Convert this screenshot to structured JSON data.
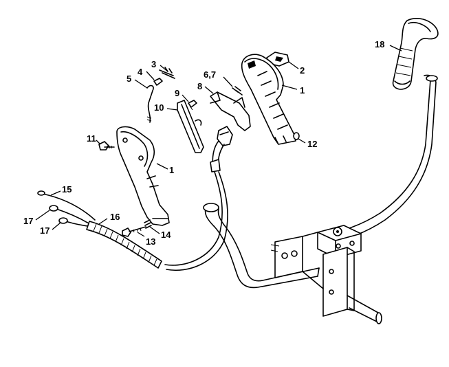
{
  "callouts": {
    "c1a": "1",
    "c1b": "1",
    "c2": "2",
    "c3": "3",
    "c4": "4",
    "c5": "5",
    "c67": "6,7",
    "c8": "8",
    "c9": "9",
    "c10": "10",
    "c11": "11",
    "c12": "12",
    "c13": "13",
    "c14": "14",
    "c15": "15",
    "c16": "16",
    "c17a": "17",
    "c17b": "17",
    "c18": "18"
  }
}
